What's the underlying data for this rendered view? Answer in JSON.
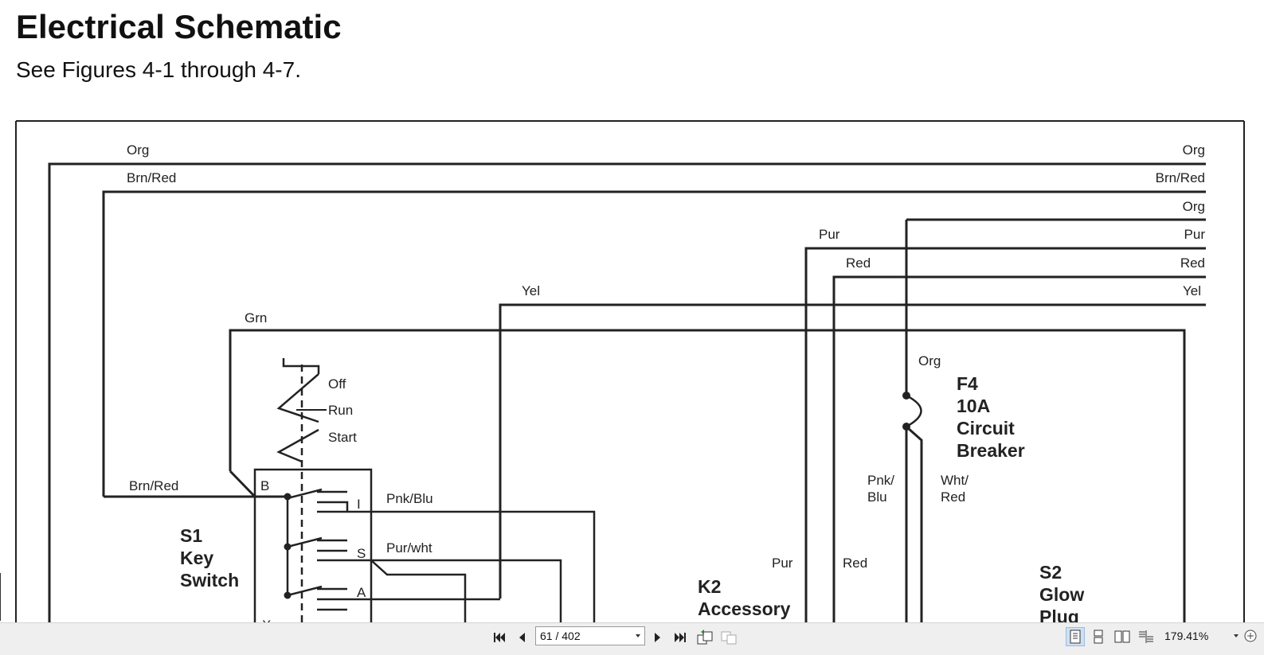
{
  "document": {
    "title": "Electrical Schematic",
    "subtitle": "See Figures 4-1 through 4-7."
  },
  "schematic": {
    "wire_labels": {
      "org_top_left": "Org",
      "org_top_right": "Org",
      "brn_red_top_left": "Brn/Red",
      "brn_red_top_right": "Brn/Red",
      "org_third": "Org",
      "pur_left": "Pur",
      "pur_right": "Pur",
      "red_left": "Red",
      "red_right": "Red",
      "yel_left": "Yel",
      "yel_right": "Yel",
      "grn": "Grn",
      "org_breaker": "Org",
      "brn_red_switch": "Brn/Red",
      "pnk_blu": "Pnk/Blu",
      "pur_wht": "Pur/wht",
      "pnk_blu_v1": "Pnk/",
      "pnk_blu_v2": "Blu",
      "wht_red_v1": "Wht/",
      "wht_red_v2": "Red",
      "pur_lower": "Pur",
      "red_lower": "Red"
    },
    "switch_positions": [
      "Off",
      "Run",
      "Start"
    ],
    "terminals": {
      "b": "B",
      "i": "I",
      "s": "S",
      "a": "A",
      "x": "X"
    },
    "components": {
      "s1": [
        "S1",
        "Key",
        "Switch"
      ],
      "f4": [
        "F4",
        "10A",
        "Circuit",
        "Breaker"
      ],
      "k2": [
        "K2",
        "Accessory"
      ],
      "s2": [
        "S2",
        "Glow",
        "Plug"
      ]
    }
  },
  "toolbar": {
    "page_current": 61,
    "page_total": 402,
    "page_display": "61 / 402",
    "zoom": "179.41%",
    "icons": {
      "first": "first-page-icon",
      "prev": "prev-page-icon",
      "next": "next-page-icon",
      "last": "last-page-icon",
      "go_back": "go-back-view-icon",
      "go_forward": "go-forward-view-icon",
      "single_page": "single-page-view-icon",
      "continuous": "continuous-view-icon",
      "facing": "facing-view-icon",
      "continuous_facing": "continuous-facing-view-icon",
      "zoom_in": "zoom-in-icon"
    }
  }
}
